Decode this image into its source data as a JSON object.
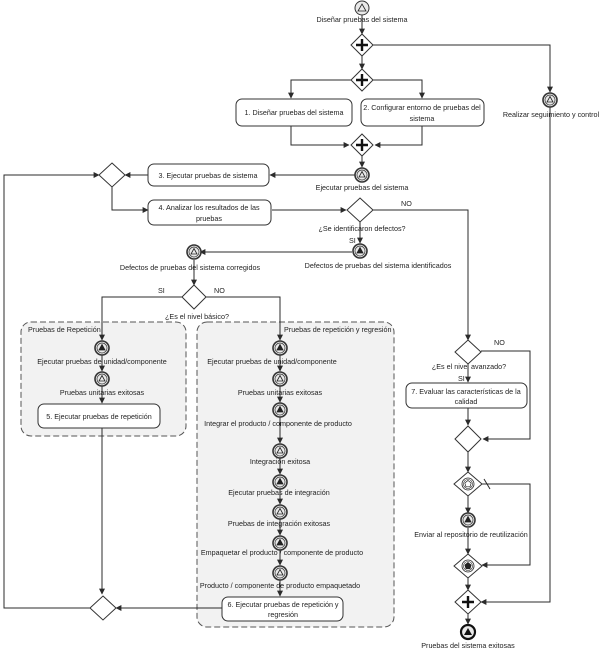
{
  "tasks": {
    "t1": "1. Diseñar pruebas del sistema",
    "t2a": "2. Configurar entorno de pruebas del",
    "t2b": "sistema",
    "t3": "3. Ejecutar pruebas de sistema",
    "t4a": "4. Analizar los resultados de las",
    "t4b": "pruebas",
    "t5": "5. Ejecutar pruebas de repetición",
    "t6a": "6. Ejecutar pruebas de repetición y",
    "t6b": "regresión",
    "t7a": "7. Evaluar las características de la",
    "t7b": "calidad"
  },
  "events": {
    "start": "Diseñar pruebas del sistema",
    "ejecutar": "Ejecutar pruebas del sistema",
    "seguimiento": "Realizar seguimiento y control",
    "defectos_ident": "Defectos de pruebas del sistema identificados",
    "defectos_corr": "Defectos de pruebas del sistema corregidos",
    "ejec_unidad_1": "Ejecutar pruebas de unidad/componente",
    "unit_exitosas_1": "Pruebas unitarias exitosas",
    "ejec_unidad_2": "Ejecutar pruebas de unidad/componente",
    "unit_exitosas_2": "Pruebas unitarias exitosas",
    "integrar": "Integrar el producto / componente de producto",
    "integ_exitosa": "Integración exitosa",
    "ejec_integ": "Ejecutar pruebas de integración",
    "integ_exitosas": "Pruebas de integración exitosas",
    "empaquetar": "Empaquetar el producto / componente de producto",
    "empaquetado": "Producto  / componente de producto empaquetado",
    "enviar_repo": "Enviar al repositorio de reutilización",
    "end": "Pruebas del sistema exitosas"
  },
  "gateways": {
    "defectos_q": "¿Se identificaron defectos?",
    "basico_q": "¿Es el nivel básico?",
    "avanzado_q": "¿Es el nivel avanzado?"
  },
  "flow_labels": {
    "no": "NO",
    "si": "SI",
    "si_upper": "SI"
  },
  "groups": {
    "repeticion": "Pruebas de Repetición",
    "repeticion_regresion": "Pruebas de repetición y regresión"
  }
}
